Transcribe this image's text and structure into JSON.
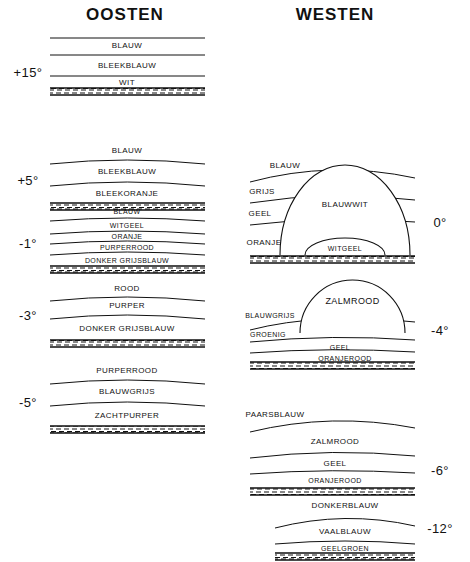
{
  "diagram": {
    "nodes": [
      {
        "text": [
          "BLAUWWIT"
        ]
      },
      {
        "text": [
          "WITGEEL"
        ],
        "in": 0
      },
      {
        "text": [
          "ZALMROOD"
        ]
      }
    ],
    "labels": [
      "OOSTEN",
      "WESTEN",
      "BLAUW",
      "BLEEKBLAUW",
      "WIT",
      "+15°",
      "BLAUW",
      "BLEEKBLAUW",
      "BLEEKORANJE",
      "+5°",
      "BLAUW",
      "WITGEEL",
      "ORANJE",
      "PURPERROOD",
      "DONKER GRIJSBLAUW",
      "-1°",
      "ROOD",
      "PURPER",
      "DONKER GRIJSBLAUW",
      "-3°",
      "PURPERROOD",
      "BLAUWGRIJS",
      "ZACHTPURPER",
      "-5°",
      "BLAUW",
      "GRIJS",
      "GEEL",
      "ORANJE",
      "0°",
      "BLAUWGRIJS",
      "GROENIG",
      "GEEL",
      "ORANJEROOD",
      "-4°",
      "PAARSBLAUW",
      "ZALMROOD",
      "GEEL",
      "ORANJEROOD",
      "-6°",
      "DONKERBLAUW",
      "VAALBLAUW",
      "GEELGROEN",
      "-12°"
    ]
  }
}
